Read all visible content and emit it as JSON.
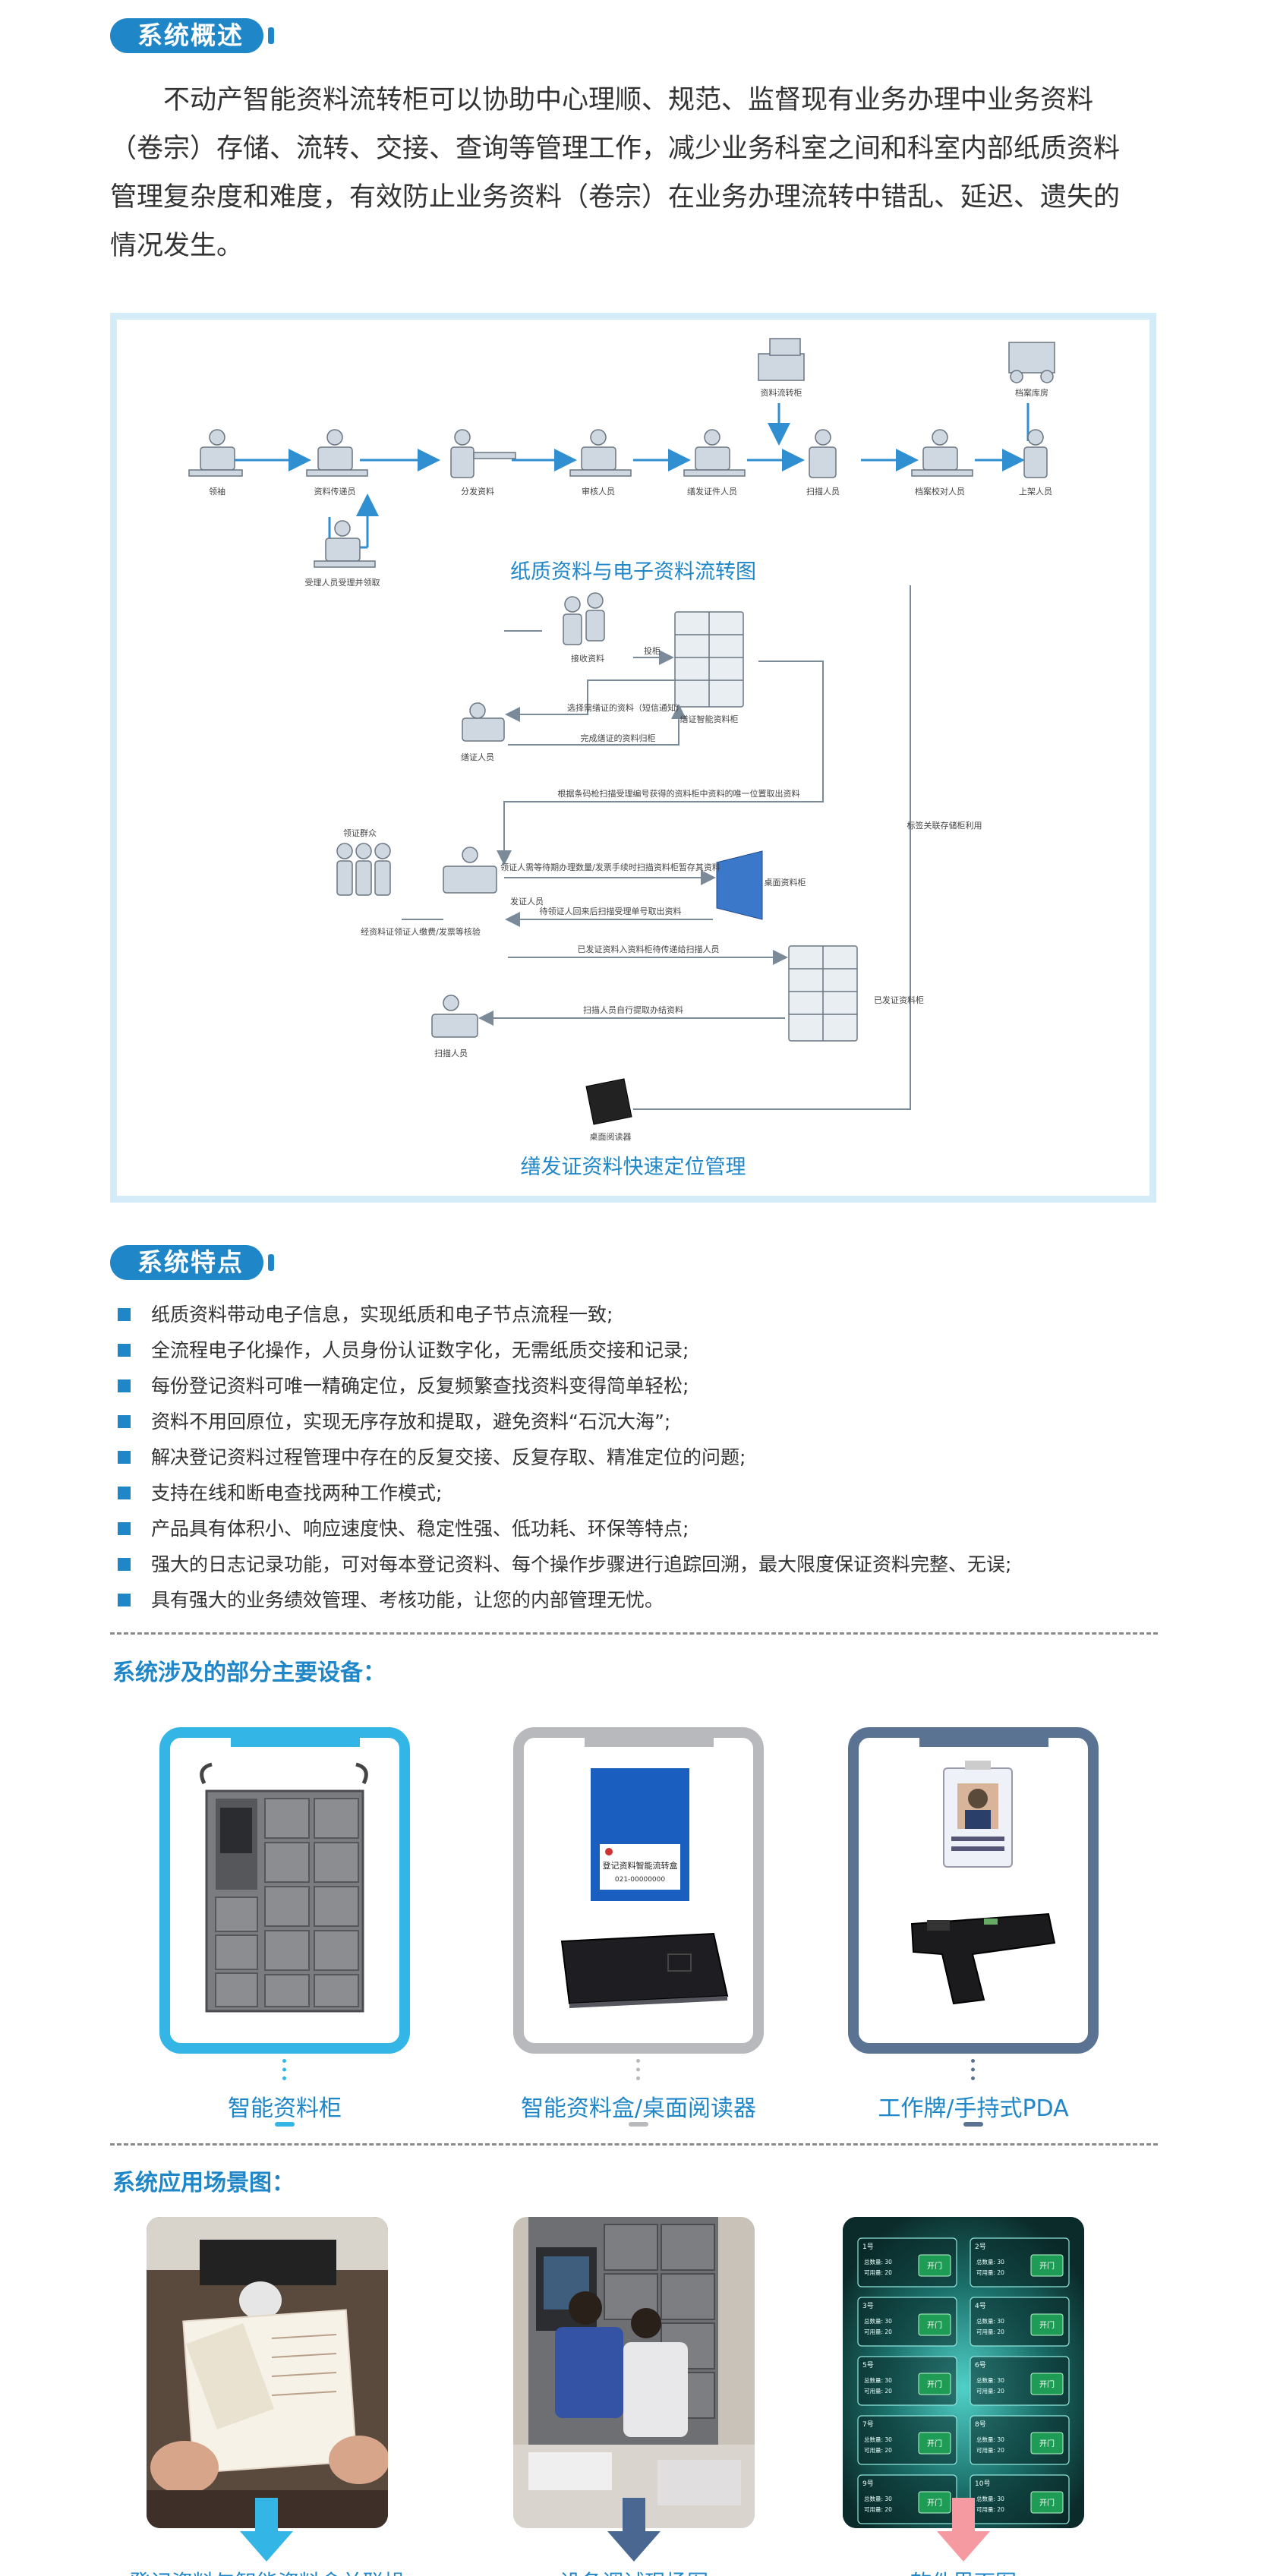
{
  "overview": {
    "title": "系统概述",
    "paragraph_lines": [
      "不动产智能资料流转柜可以协助中心理顺、规范、监督现有业务办理中业务资料",
      "（卷宗）存储、流转、交接、查询等管理工作，减少业务科室之间和科室内部纸质资料",
      "管理复杂度和难度，有效防止业务资料（卷宗）在业务办理流转中错乱、延迟、遗失的",
      "情况发生。"
    ]
  },
  "diagram": {
    "caption_top": "纸质资料与电子资料流转图",
    "caption_bottom": "缮发证资料快速定位管理",
    "top_labels": {
      "reception": "领袖",
      "transfer": "资料传递员",
      "receiver": "受理人员受理并领取",
      "sort": "分发资料",
      "review": "审核人员",
      "issue": "缮发证件人员",
      "storage": "资料流转柜",
      "scan": "扫描人员",
      "archive_check": "档案校对人员",
      "archive": "档案库房",
      "shelf": "上架人员"
    },
    "bottom_labels": {
      "collect": "接收资料",
      "issue_cabinet": "缮证智能资料柜",
      "issue_staff": "缮证人员",
      "put_in": "投柜",
      "select_notice": "选择需缮证的资料（短信通知）",
      "done_return": "完成缮证的资料归柜",
      "locate": "根据条码枪扫描受理编号获得的资料柜中资料的唯一位置取出资料",
      "people": "领证群众",
      "issue_window": "发证人员",
      "notice_box": "领证人需等待期办理数量/发票手续时扫描资料柜暂存其资料",
      "desk_box": "桌面资料柜",
      "sign_box": "待领证人回来后扫描受理单号取出资料",
      "verify": "经资料证领证人缴费/发票等核验",
      "issued_cabinet": "已发证资料柜",
      "issued_put": "已发证资料入资料柜待传递给扫描人员",
      "scan_staff": "扫描人员",
      "scan_take": "扫描人员自行提取办结资料",
      "desk_reader": "桌面阅读器",
      "label_manage": "标签关联存储柜利用"
    }
  },
  "features": {
    "title": "系统特点",
    "items": [
      "纸质资料带动电子信息，实现纸质和电子节点流程一致;",
      "全流程电子化操作，人员身份认证数字化，无需纸质交接和记录;",
      "每份登记资料可唯一精确定位，反复频繁查找资料变得简单轻松;",
      "资料不用回原位，实现无序存放和提取，避免资料“石沉大海”;",
      "解决登记资料过程管理中存在的反复交接、反复存取、精准定位的问题;",
      "支持在线和断电查找两种工作模式;",
      "产品具有体积小、响应速度快、稳定性强、低功耗、环保等特点;",
      "强大的日志记录功能，可对每本登记资料、每个操作步骤进行追踪回溯，最大限度保证资料完整、无误;",
      "具有强大的业务绩效管理、考核功能，让您的内部管理无忧。"
    ]
  },
  "devices": {
    "title": "系统涉及的部分主要设备：",
    "items": [
      {
        "label": "智能资料柜",
        "color": "#33b5e5"
      },
      {
        "label": "智能资料盒/桌面阅读器",
        "color": "#b8b9bc"
      },
      {
        "label": "工作牌/手持式PDA",
        "color": "#5b7393"
      }
    ],
    "box_text": "登记资料智能流转盒",
    "box_sub": "021-00000000"
  },
  "scenes": {
    "title": "系统应用场景图：",
    "items": [
      {
        "label": "登记资料与智能资料盒关联操",
        "arrow_color": "#33b5e5"
      },
      {
        "label": "设备调试现场图",
        "arrow_color": "#4a6792"
      },
      {
        "label": "软件界面图",
        "arrow_color": "#f59aa0"
      }
    ],
    "ui_door_button": "开门",
    "ui_row_label_total": "总数量",
    "ui_row_label_avail": "可用量",
    "ui_row_value_total": "30",
    "ui_row_value_avail": "20",
    "ui_cells": [
      "1号",
      "2号",
      "3号",
      "4号",
      "5号",
      "6号",
      "7号",
      "8号",
      "9号",
      "10号"
    ]
  }
}
